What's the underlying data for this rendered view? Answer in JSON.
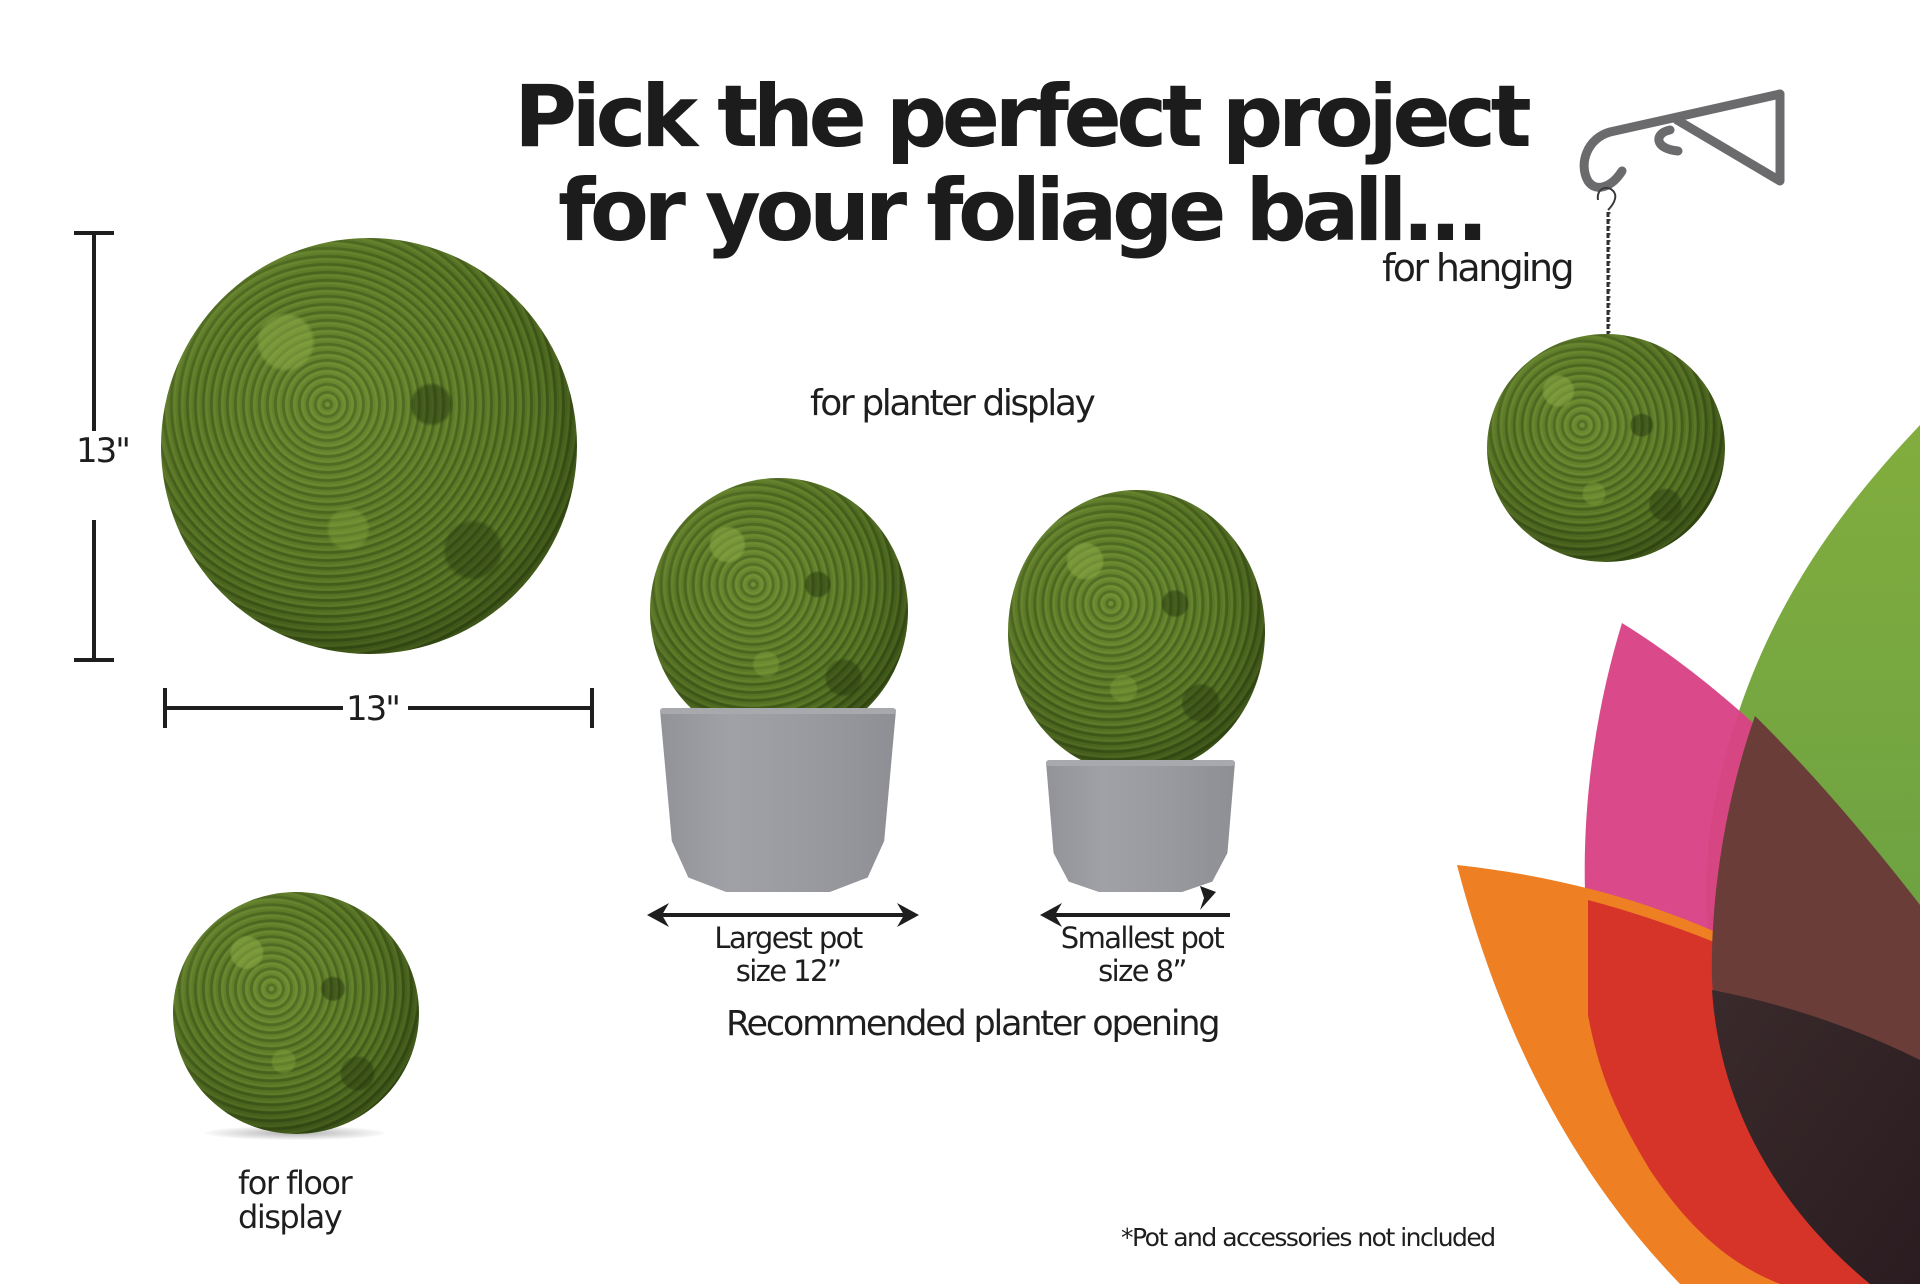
{
  "title": {
    "line1": "Pick the perfect project",
    "line2": "for your foliage ball..."
  },
  "dimensions": {
    "height_label": "13\"",
    "width_label": "13\""
  },
  "sections": {
    "hanging": {
      "label": "for hanging"
    },
    "planter": {
      "label": "for planter display",
      "largest_pot": {
        "line1": "Largest pot",
        "line2": "size 12”"
      },
      "smallest_pot": {
        "line1": "Smallest pot",
        "line2": "size 8”"
      },
      "caption": "Recommended planter opening"
    },
    "floor": {
      "line1": "for floor",
      "line2": "display"
    }
  },
  "footnote": "*Pot and accessories not included",
  "icons": {
    "bracket": "hanging-bracket-icon",
    "arrow": "double-arrow-icon",
    "dimension": "dimension-bar-icon"
  },
  "colors": {
    "text": "#1e1e1e",
    "foliage": "#577524",
    "pot": "#9a9ba0",
    "bracket": "#6b6b6e",
    "petal_green": "#7dab3f",
    "petal_pink": "#d94385",
    "petal_orange": "#ee7f22",
    "petal_overlap": "#6e3e37"
  }
}
